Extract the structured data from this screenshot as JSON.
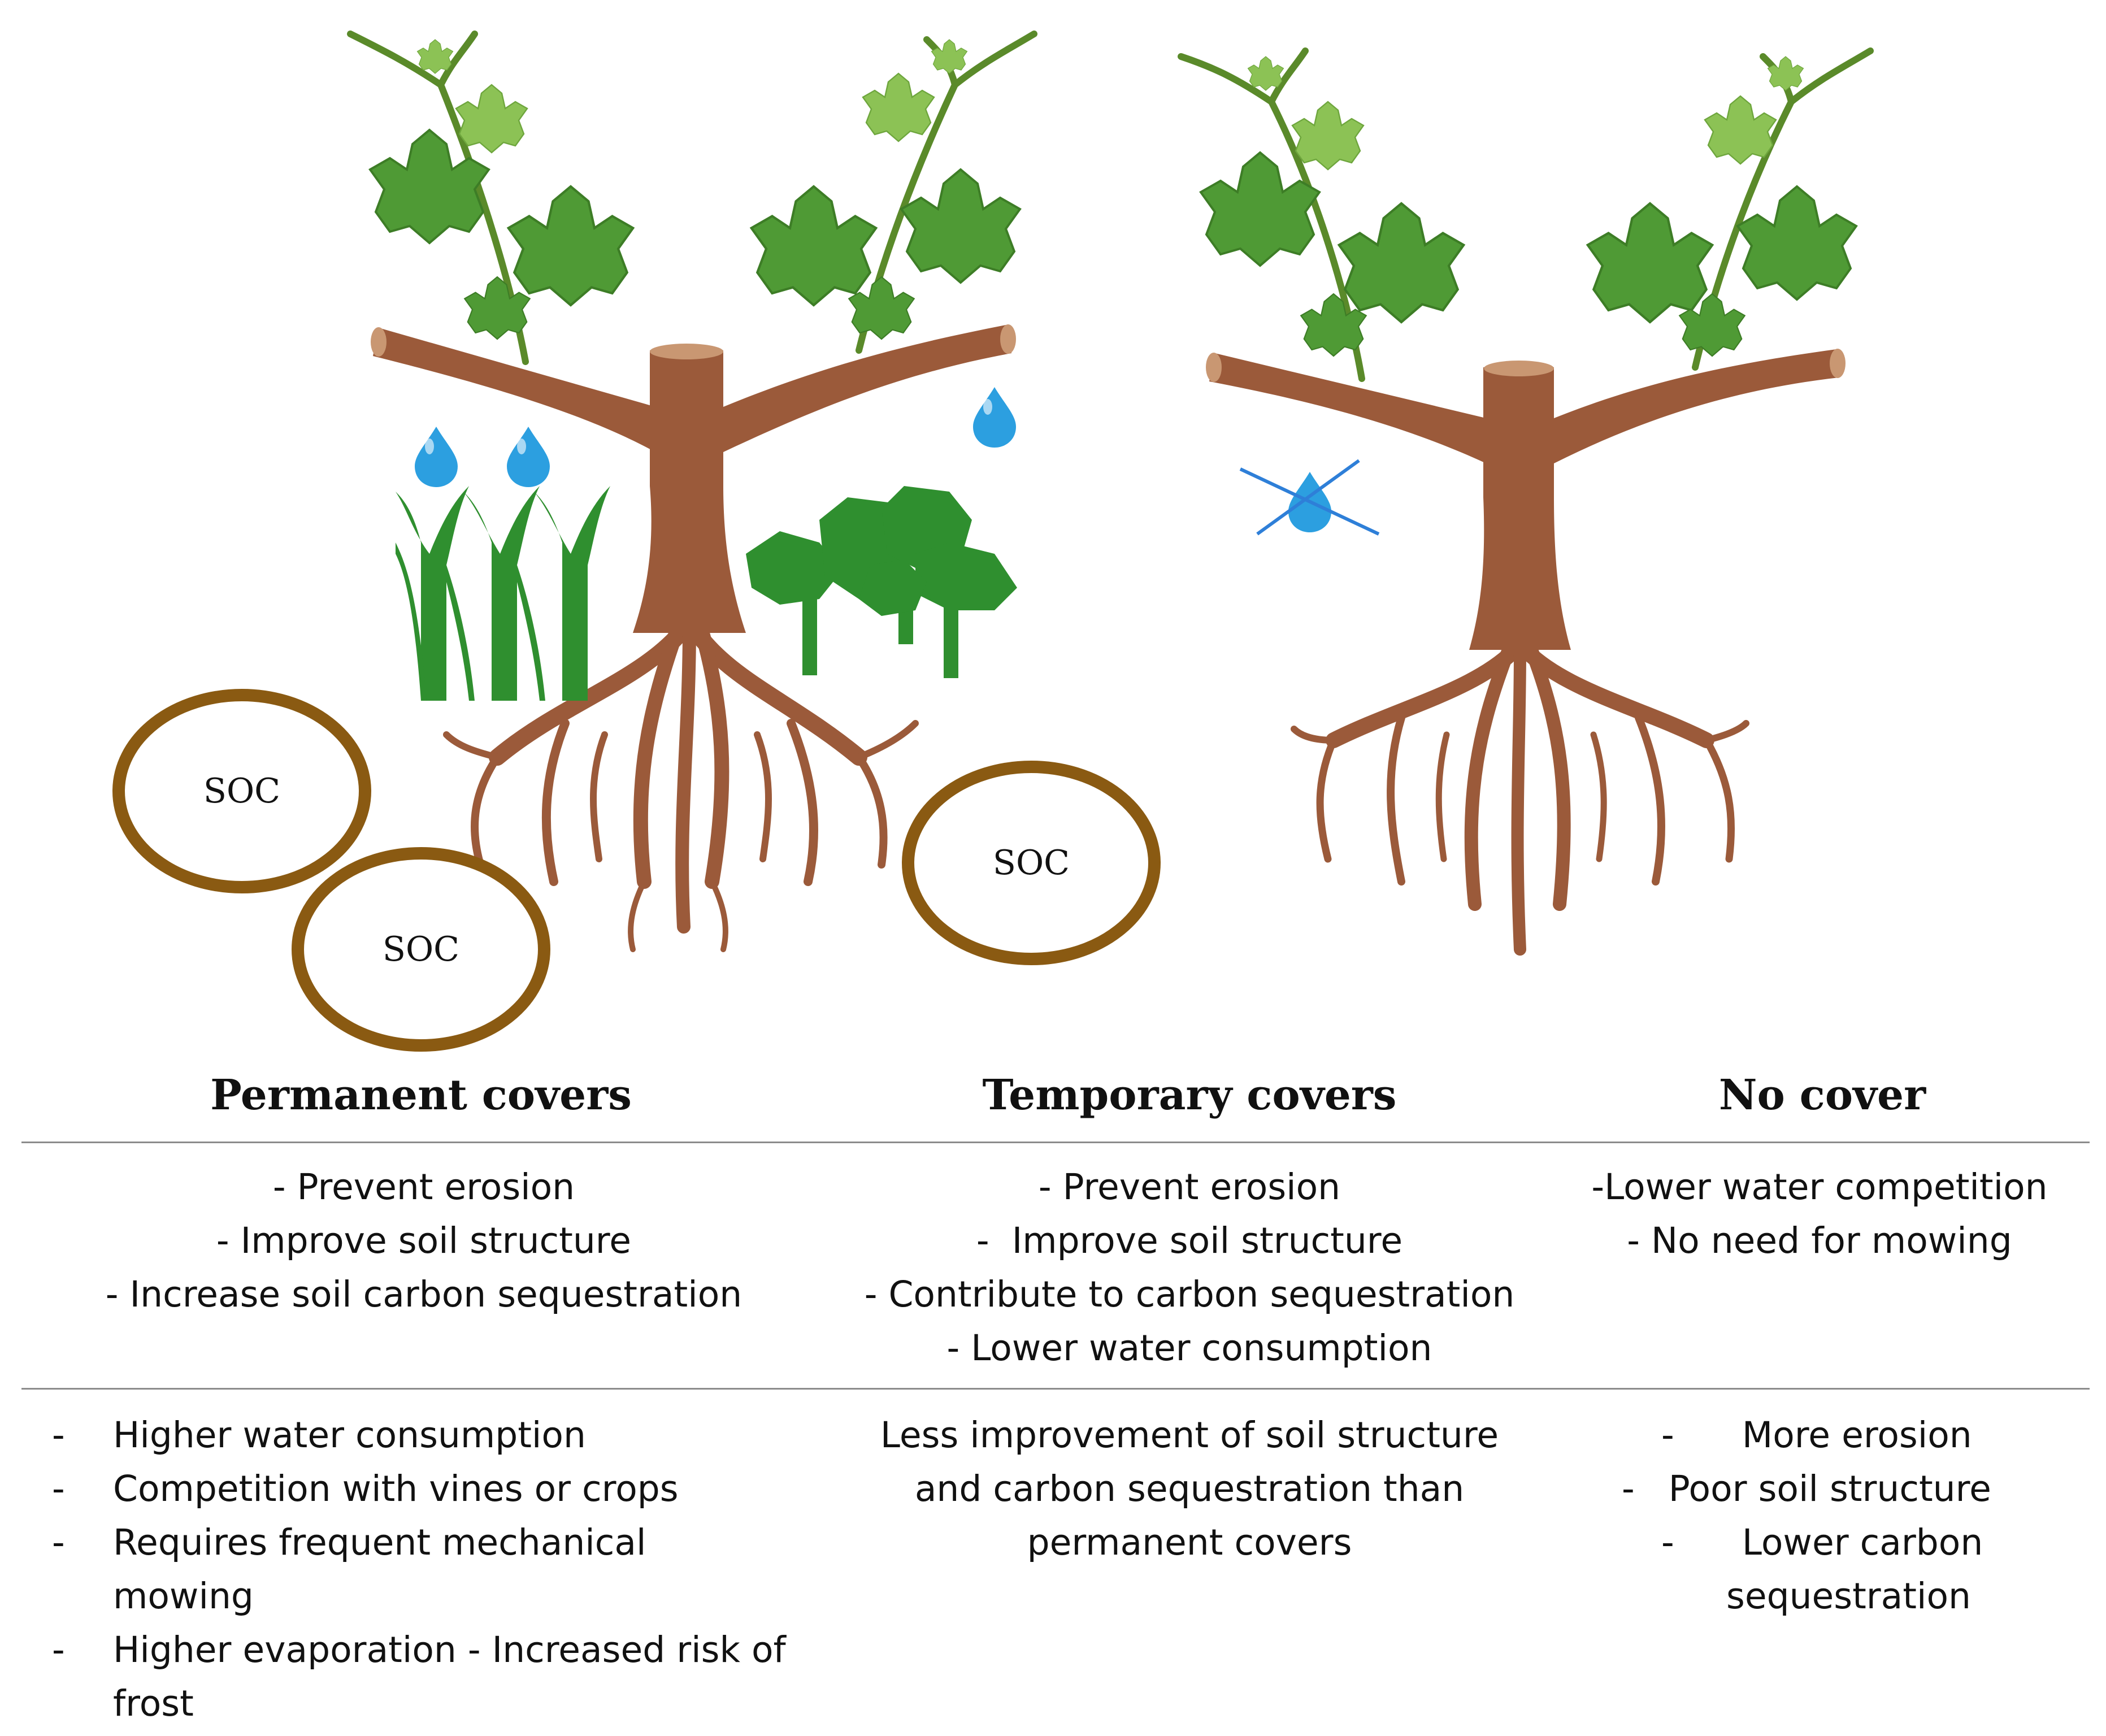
{
  "colors": {
    "trunk": "#9b5a3a",
    "trunk_dark": "#7a4429",
    "leaf": "#4f9a35",
    "leaf_light": "#8cc255",
    "cover_green": "#2f8f2f",
    "soc_ring": "#8a5a12",
    "water": "#2c9fe0",
    "cross": "#2e7fd8"
  },
  "soc_labels": [
    "SOC",
    "SOC",
    "SOC"
  ],
  "columns": [
    {
      "title": "Permanent covers",
      "advantages": [
        "- Prevent erosion",
        "- Improve soil structure",
        "- Increase soil carbon sequestration"
      ],
      "disadvantages": [
        {
          "dash": "-",
          "text": "Higher water consumption"
        },
        {
          "dash": "-",
          "text": "Competition with vines or crops"
        },
        {
          "dash": "-",
          "text": "Requires frequent mechanical mowing"
        },
        {
          "dash": "-",
          "text": "Higher evaporation - Increased risk of frost"
        }
      ]
    },
    {
      "title": "Temporary covers",
      "advantages": [
        "- Prevent erosion",
        "-  Improve soil structure",
        "- Contribute to carbon sequestration",
        "- Lower water consumption"
      ],
      "disadvantages": [
        "Less improvement of soil structure",
        "and carbon sequestration than",
        "permanent covers"
      ]
    },
    {
      "title": "No cover",
      "advantages": [
        "-Lower water competition",
        "- No need for mowing"
      ],
      "disadvantages": [
        "-      More erosion",
        "-   Poor soil structure",
        "-      Lower carbon",
        "sequestration"
      ]
    }
  ]
}
